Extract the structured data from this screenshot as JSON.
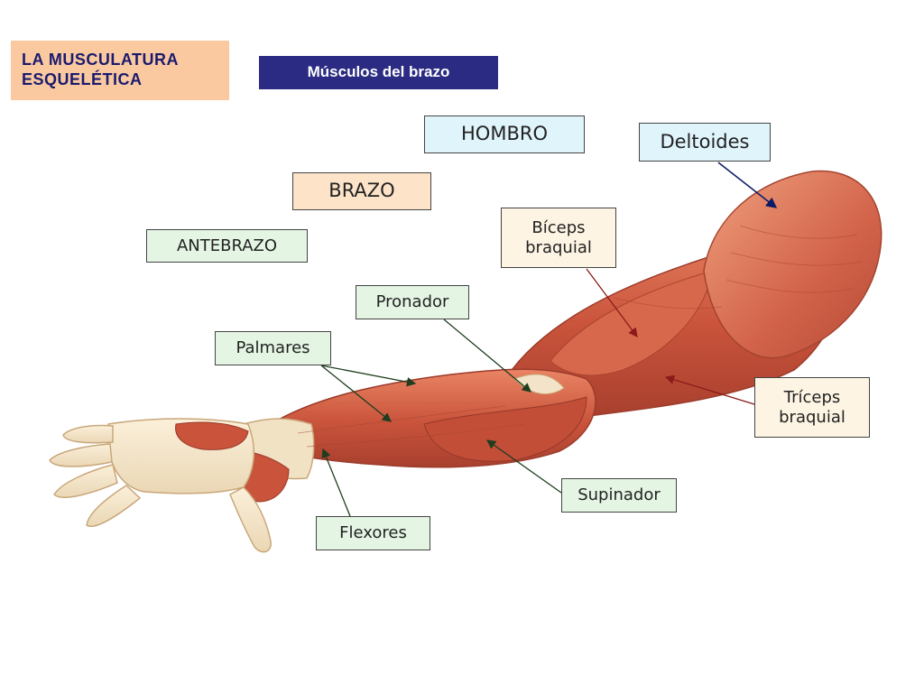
{
  "header": {
    "line1": "LA MUSCULATURA",
    "line2": "ESQUELÉTICA"
  },
  "subtitle": "Músculos del brazo",
  "regions": {
    "hombro": "HOMBRO",
    "brazo": "BRAZO",
    "antebrazo": "ANTEBRAZO"
  },
  "muscles": {
    "deltoides": "Deltoides",
    "biceps_line1": "Bíceps",
    "biceps_line2": "braquial",
    "pronador": "Pronador",
    "palmares": "Palmares",
    "triceps_line1": "Tríceps",
    "triceps_line2": "braquial",
    "supinador": "Supinador",
    "flexores": "Flexores"
  },
  "colors": {
    "muscle": "#c8513a",
    "muscle_light": "#e07a5c",
    "tendon": "#f2e2c4",
    "skin_outline": "#c9a77a",
    "leader_red": "#8b1a1a",
    "leader_green": "#1f3d1f",
    "leader_blue": "#0a1a66"
  }
}
